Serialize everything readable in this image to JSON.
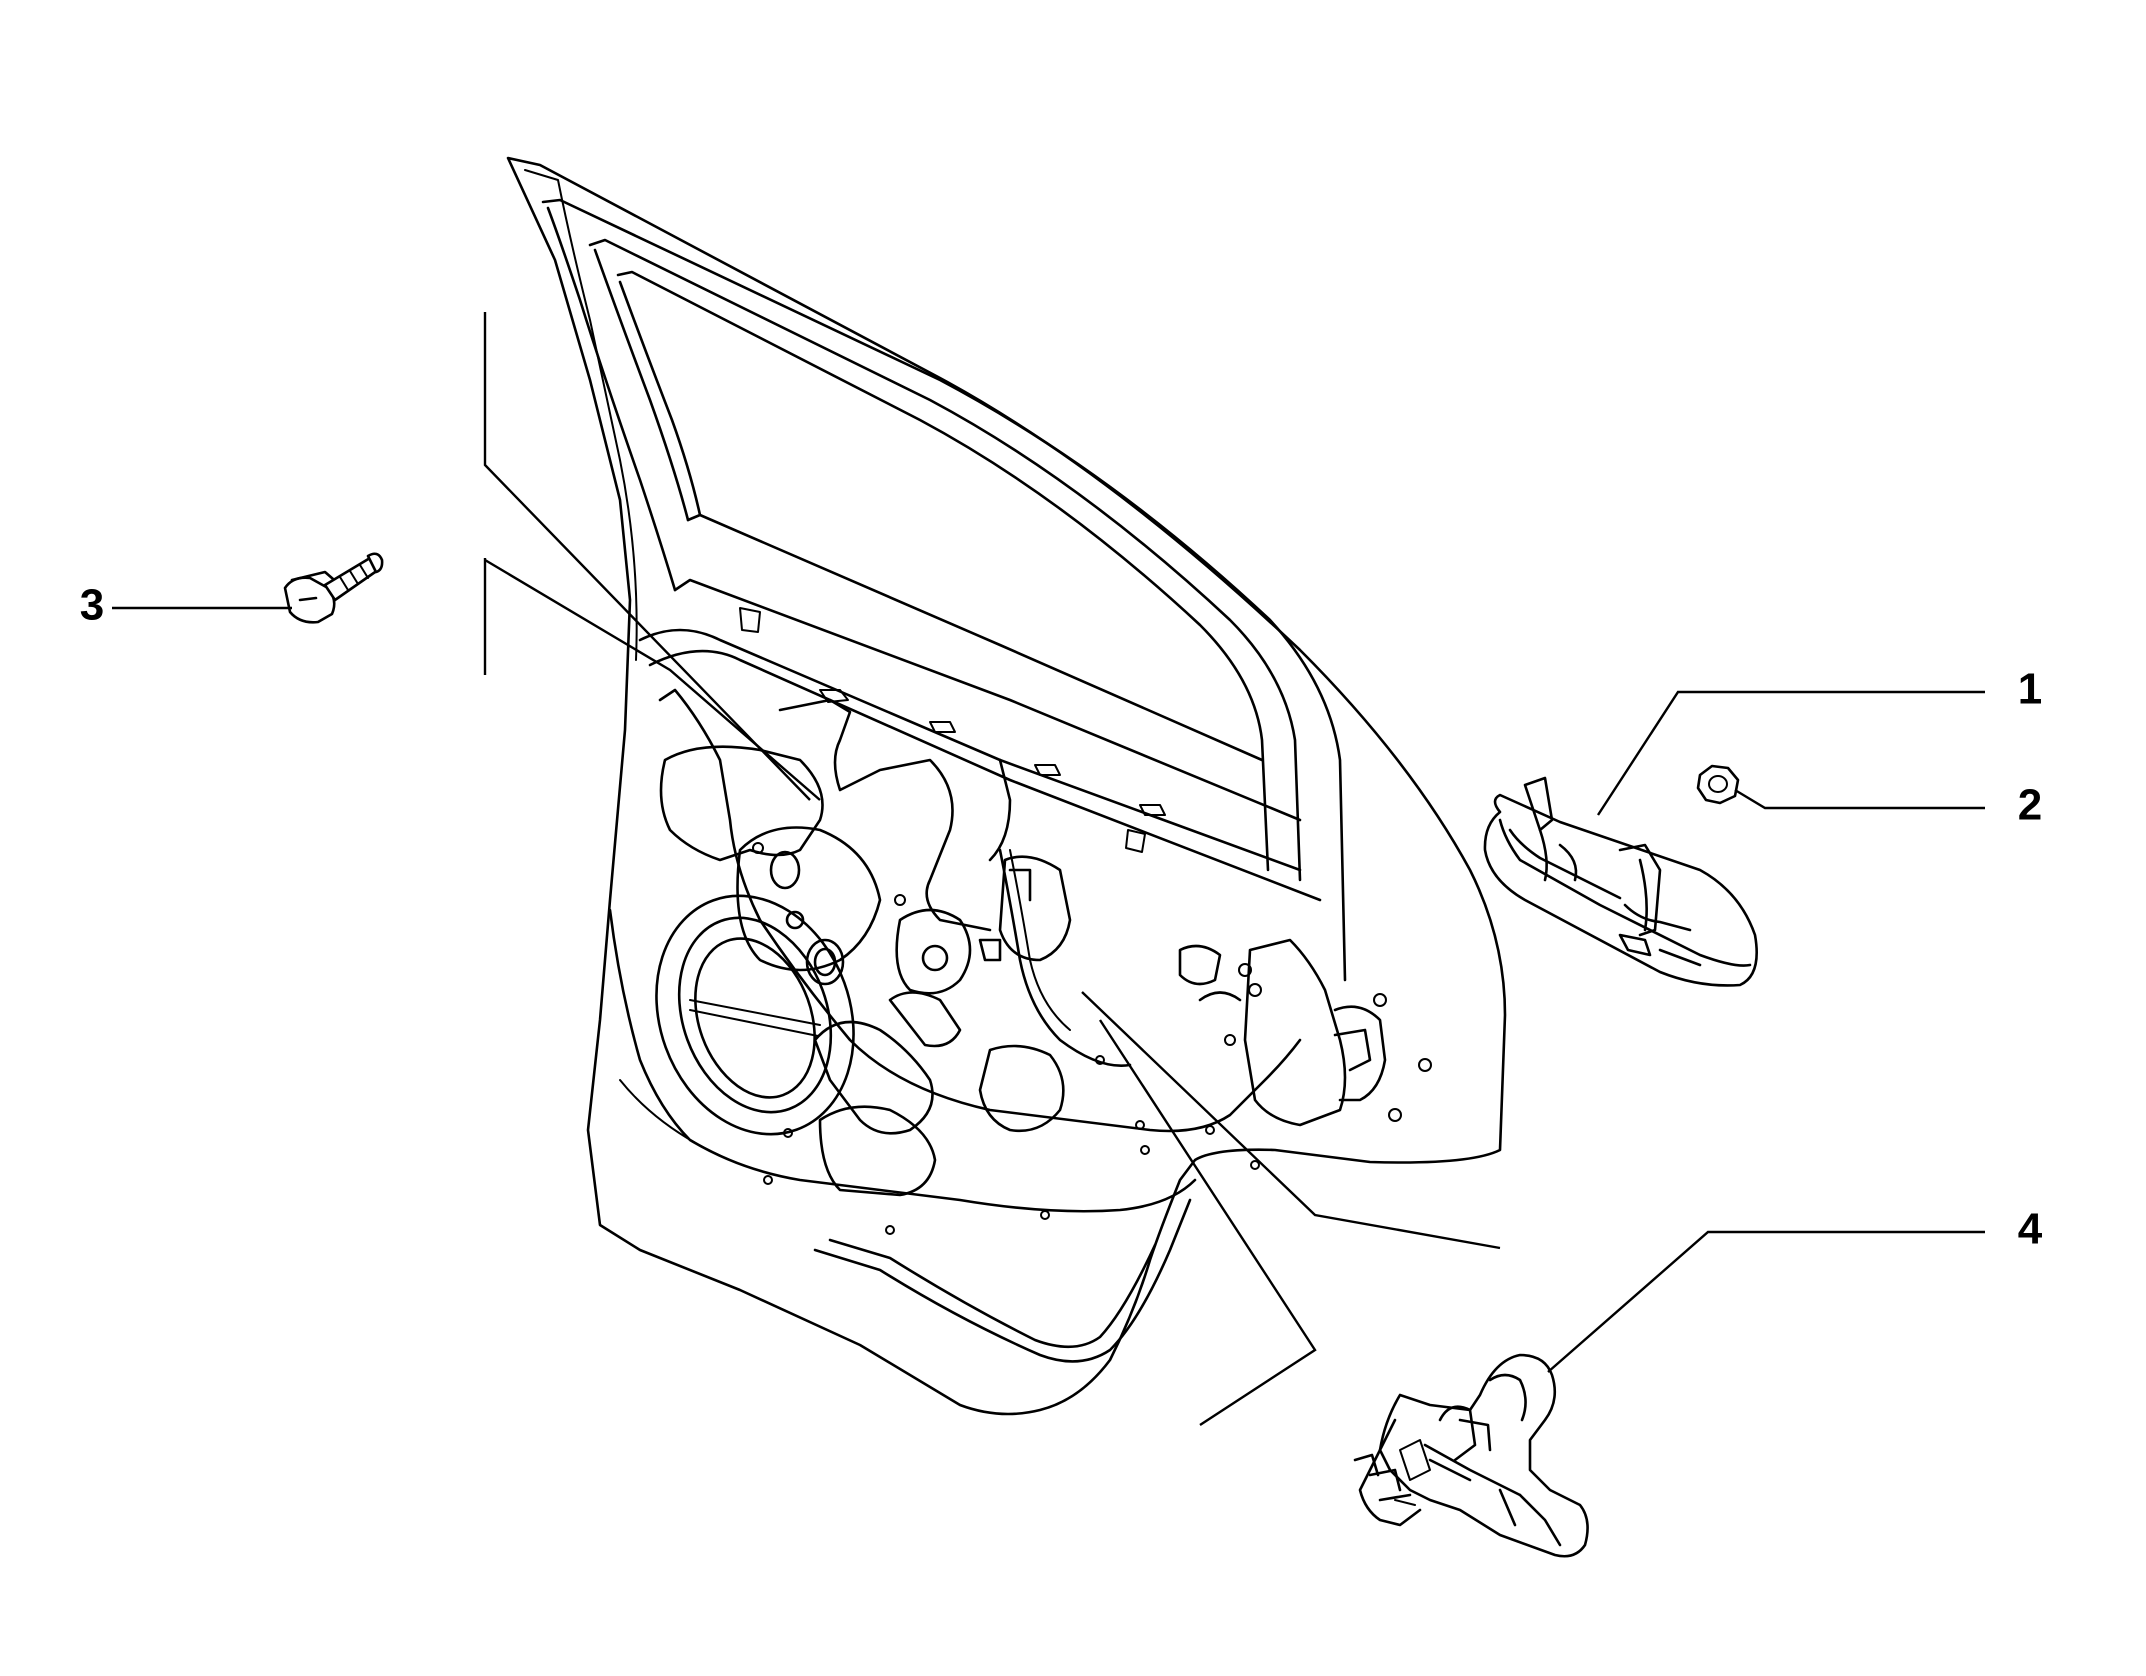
{
  "callouts": [
    {
      "label": "1",
      "part": "exterior-door-handle"
    },
    {
      "label": "2",
      "part": "nut"
    },
    {
      "label": "3",
      "part": "flange-bolt"
    },
    {
      "label": "4",
      "part": "handle-bracket"
    }
  ],
  "colors": {
    "line": "#000000",
    "background": "#ffffff"
  }
}
